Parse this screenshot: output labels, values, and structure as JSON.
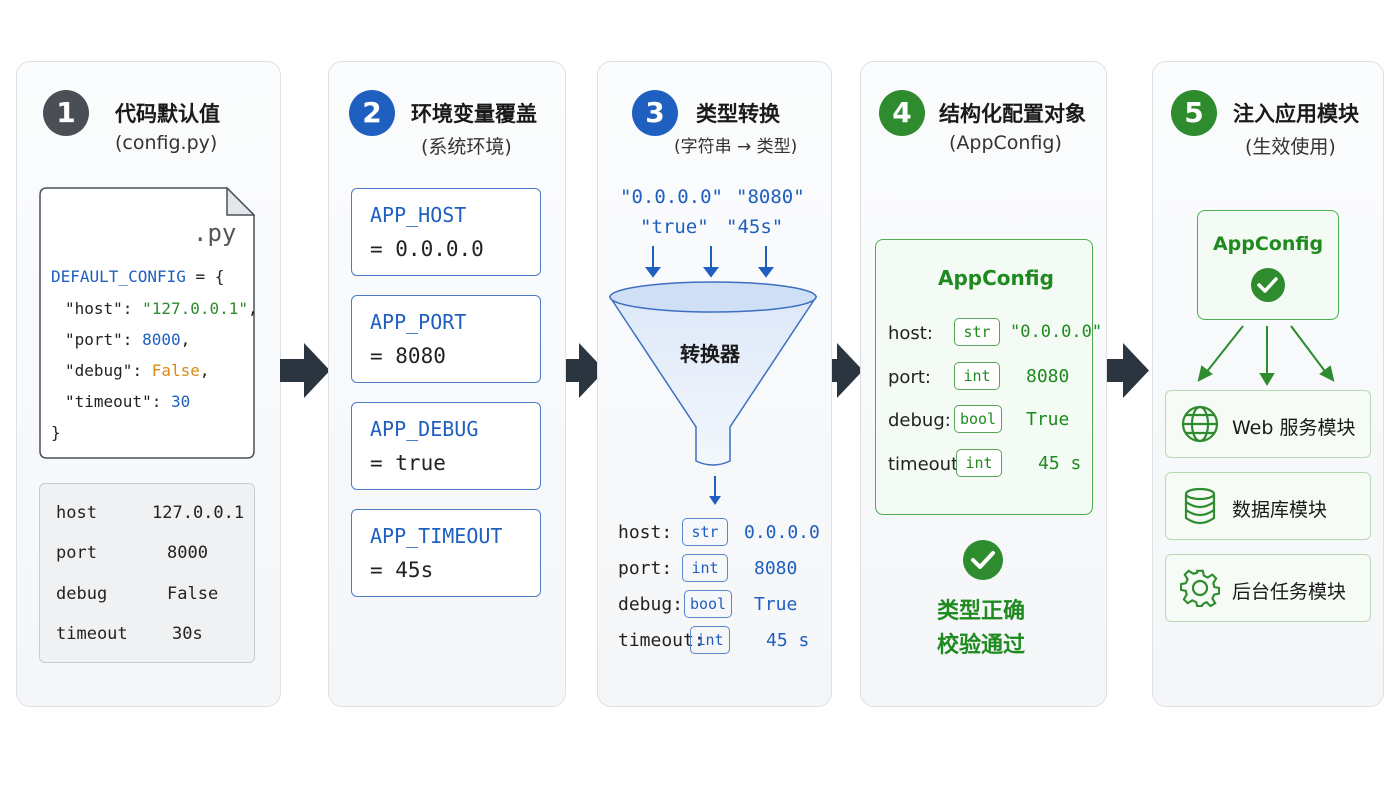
{
  "steps": [
    {
      "number": "1",
      "title": "代码默认值",
      "subtitle": "(config.py)",
      "color": "#4a4f55"
    },
    {
      "number": "2",
      "title": "环境变量覆盖",
      "subtitle": "(系统环境)",
      "color": "#1f5fbf"
    },
    {
      "number": "3",
      "title": "类型转换",
      "subtitle": "(字符串 → 类型)",
      "color": "#1f5fbf"
    },
    {
      "number": "4",
      "title": "结构化配置对象",
      "subtitle": "(AppConfig)",
      "color": "#2e8b2e"
    },
    {
      "number": "5",
      "title": "注入应用模块",
      "subtitle": "(生效使用)",
      "color": "#2e8b2e"
    }
  ],
  "file": {
    "ext": ".py",
    "lines": {
      "l1a": "DEFAULT_CONFIG",
      "l1b": " = {",
      "l2k": "\"host\"",
      "l2v": "\"127.0.0.1\"",
      "l3k": "\"port\"",
      "l3v": "8000",
      "l4k": "\"debug\"",
      "l4v": "False",
      "l5k": "\"timeout\"",
      "l5v": "30",
      "l6": "}"
    }
  },
  "defaults": [
    {
      "key": "host",
      "value": "127.0.0.1"
    },
    {
      "key": "port",
      "value": "8000"
    },
    {
      "key": "debug",
      "value": "False"
    },
    {
      "key": "timeout",
      "value": "30s"
    }
  ],
  "env": [
    {
      "name": "APP_HOST",
      "value": "= 0.0.0.0"
    },
    {
      "name": "APP_PORT",
      "value": "= 8080"
    },
    {
      "name": "APP_DEBUG",
      "value": "= true"
    },
    {
      "name": "APP_TIMEOUT",
      "value": "= 45s"
    }
  ],
  "inputs": [
    "\"0.0.0.0\"",
    "\"8080\"",
    "\"true\"",
    "\"45s\""
  ],
  "converter": "转换器",
  "typed": [
    {
      "key": "host:",
      "type": "str",
      "value": "0.0.0.0"
    },
    {
      "key": "port:",
      "type": "int",
      "value": "8080"
    },
    {
      "key": "debug:",
      "type": "bool",
      "value": "True"
    },
    {
      "key": "timeout:",
      "type": "int",
      "value": "45 s"
    }
  ],
  "config": {
    "name": "AppConfig",
    "rows": [
      {
        "key": "host:",
        "type": "str",
        "value": "\"0.0.0.0\""
      },
      {
        "key": "port:",
        "type": "int",
        "value": "8080"
      },
      {
        "key": "debug:",
        "type": "bool",
        "value": "True"
      },
      {
        "key": "timeout:",
        "type": "int",
        "value": "45 s"
      }
    ],
    "valid_line1": "类型正确",
    "valid_line2": "校验通过"
  },
  "inject": {
    "name": "AppConfig",
    "modules": [
      {
        "label": "Web 服务模块",
        "icon": "globe-icon"
      },
      {
        "label": "数据库模块",
        "icon": "database-icon"
      },
      {
        "label": "后台任务模块",
        "icon": "gear-icon"
      }
    ]
  }
}
